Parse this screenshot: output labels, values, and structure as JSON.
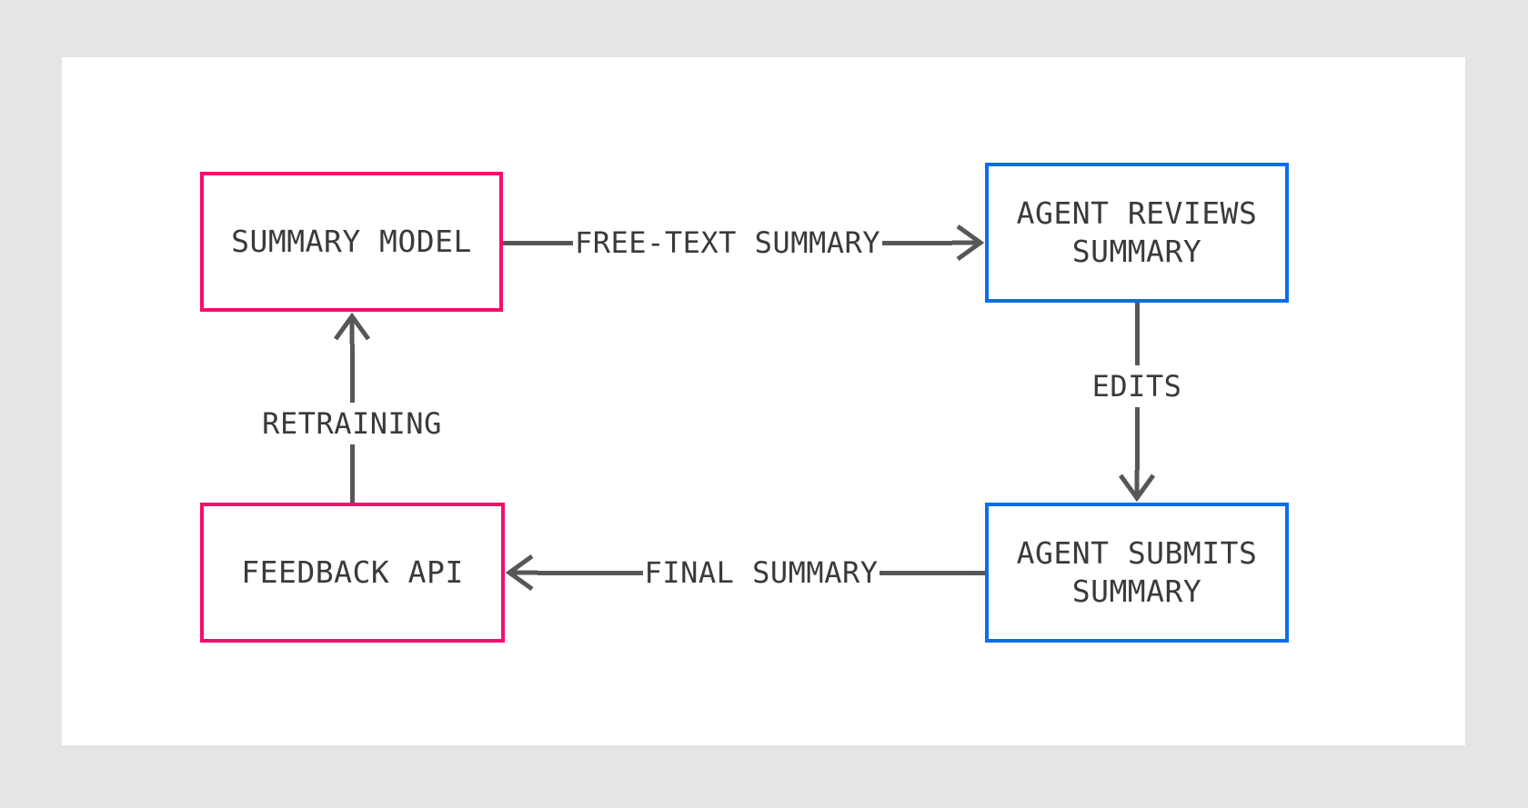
{
  "canvas": {
    "background_color": "#e4e5e5",
    "card_color": "#ffffff"
  },
  "colors": {
    "pink_border": "#f70d6e",
    "blue_border": "#0b6cf0",
    "arrow_gray": "#575757",
    "text_gray": "#3a3a3a"
  },
  "diagram": {
    "nodes": {
      "summary_model": {
        "label": "SUMMARY MODEL",
        "border": "pink"
      },
      "agent_reviews": {
        "label": "AGENT REVIEWS SUMMARY",
        "border": "blue"
      },
      "agent_submits": {
        "label": "AGENT SUBMITS SUMMARY",
        "border": "blue"
      },
      "feedback_api": {
        "label": "FEEDBACK API",
        "border": "pink"
      }
    },
    "edges": {
      "free_text": {
        "label": "FREE-TEXT SUMMARY",
        "from": "SUMMARY MODEL",
        "to": "AGENT REVIEWS SUMMARY",
        "direction": "right"
      },
      "edits": {
        "label": "EDITS",
        "from": "AGENT REVIEWS SUMMARY",
        "to": "AGENT SUBMITS SUMMARY",
        "direction": "down"
      },
      "final": {
        "label": "FINAL SUMMARY",
        "from": "AGENT SUBMITS SUMMARY",
        "to": "FEEDBACK API",
        "direction": "left"
      },
      "retraining": {
        "label": "RETRAINING",
        "from": "FEEDBACK API",
        "to": "SUMMARY MODEL",
        "direction": "up"
      }
    }
  }
}
